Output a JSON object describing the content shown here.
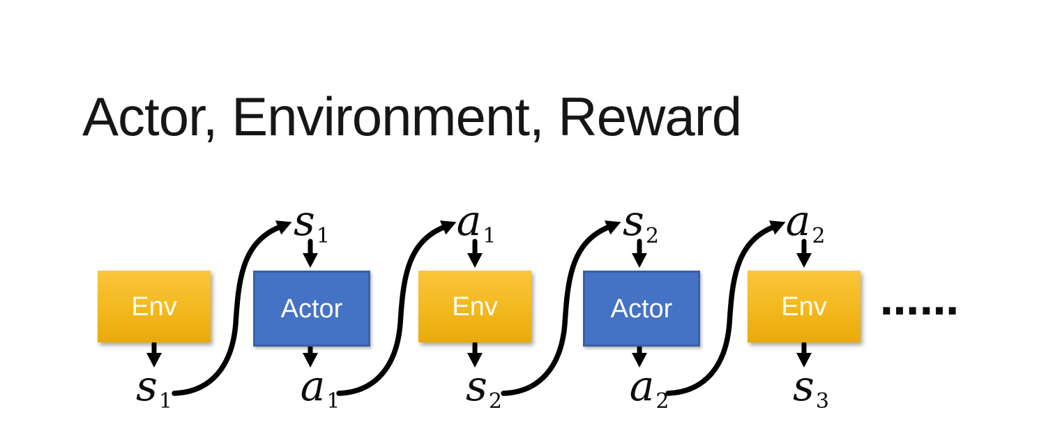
{
  "title": "Actor, Environment, Reward",
  "diagram": {
    "boxes": [
      {
        "id": "env-1",
        "label": "Env"
      },
      {
        "id": "actor-1",
        "label": "Actor"
      },
      {
        "id": "env-2",
        "label": "Env"
      },
      {
        "id": "actor-2",
        "label": "Actor"
      },
      {
        "id": "env-3",
        "label": "Env"
      }
    ],
    "top_labels": [
      {
        "base": "s",
        "sub": "1"
      },
      {
        "base": "a",
        "sub": "1"
      },
      {
        "base": "s",
        "sub": "2"
      },
      {
        "base": "a",
        "sub": "2"
      }
    ],
    "bottom_labels": [
      {
        "base": "s",
        "sub": "1"
      },
      {
        "base": "a",
        "sub": "1"
      },
      {
        "base": "s",
        "sub": "2"
      },
      {
        "base": "a",
        "sub": "2"
      },
      {
        "base": "s",
        "sub": "3"
      }
    ],
    "ellipsis": "……",
    "colors": {
      "env_top": "#FCC63C",
      "env_mid": "#F2B81E",
      "env_bottom": "#E9AA0A",
      "actor_fill": "#4472C4",
      "actor_border": "#3A5FA5",
      "arrow": "#000000"
    }
  }
}
